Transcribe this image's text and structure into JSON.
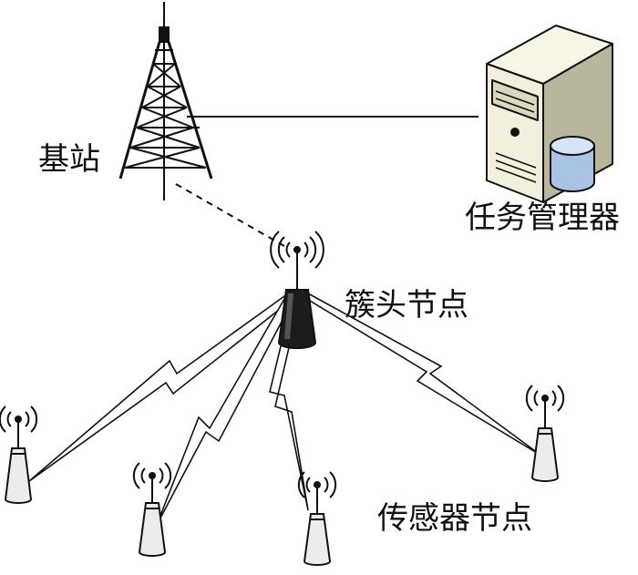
{
  "labels": {
    "base_station": "基站",
    "task_manager": "任务管理器",
    "cluster_head": "簇头节点",
    "sensor_nodes": "传感器节点"
  },
  "colors": {
    "line": "#111111",
    "server_body": "#f2f0dc",
    "server_shade": "#d9d7bd",
    "server_side": "#b8b69c",
    "cylinder_top": "#d6e4f5",
    "cylinder_body": "#a9c3e4",
    "sensor_body": "#ececec",
    "cluster_head_fill": "#1c1c1c"
  },
  "icons": {
    "tower": "radio-tower-icon",
    "server": "server-computer-icon",
    "cluster_head": "cluster-head-antenna-icon",
    "sensor": "sensor-node-icon"
  }
}
